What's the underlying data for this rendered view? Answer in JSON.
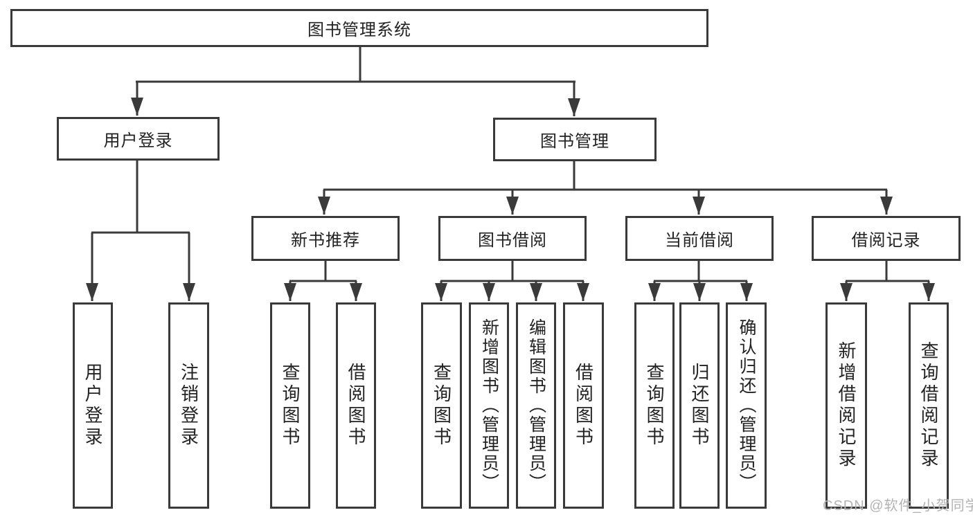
{
  "diagram": {
    "type": "hierarchy",
    "root": {
      "label": "图书管理系统"
    },
    "level2": [
      {
        "label": "用户登录"
      },
      {
        "label": "图书管理"
      }
    ],
    "level3": [
      {
        "label": "新书推荐",
        "parent": "图书管理"
      },
      {
        "label": "图书借阅",
        "parent": "图书管理"
      },
      {
        "label": "当前借阅",
        "parent": "图书管理"
      },
      {
        "label": "借阅记录",
        "parent": "图书管理"
      }
    ],
    "leaves": [
      {
        "label": "用户登录",
        "parent": "用户登录"
      },
      {
        "label": "注销登录",
        "parent": "用户登录"
      },
      {
        "label": "查询图书",
        "parent": "新书推荐"
      },
      {
        "label": "借阅图书",
        "parent": "新书推荐"
      },
      {
        "label": "查询图书",
        "parent": "图书借阅"
      },
      {
        "label": "新增图书（管理员）",
        "parent": "图书借阅"
      },
      {
        "label": "编辑图书（管理员）",
        "parent": "图书借阅"
      },
      {
        "label": "借阅图书",
        "parent": "图书借阅"
      },
      {
        "label": "查询图书",
        "parent": "当前借阅"
      },
      {
        "label": "归还图书",
        "parent": "当前借阅"
      },
      {
        "label": "确认归还（管理员）",
        "parent": "当前借阅"
      },
      {
        "label": "新增借阅记录",
        "parent": "借阅记录"
      },
      {
        "label": "查询借阅记录",
        "parent": "借阅记录"
      }
    ],
    "colors": {
      "line": "#3a3a3a",
      "text": "#222222",
      "node_background": "#ffffff"
    }
  },
  "watermark": {
    "text": "CSDN @软件_小贺同学",
    "color": "#b3b3b3"
  }
}
